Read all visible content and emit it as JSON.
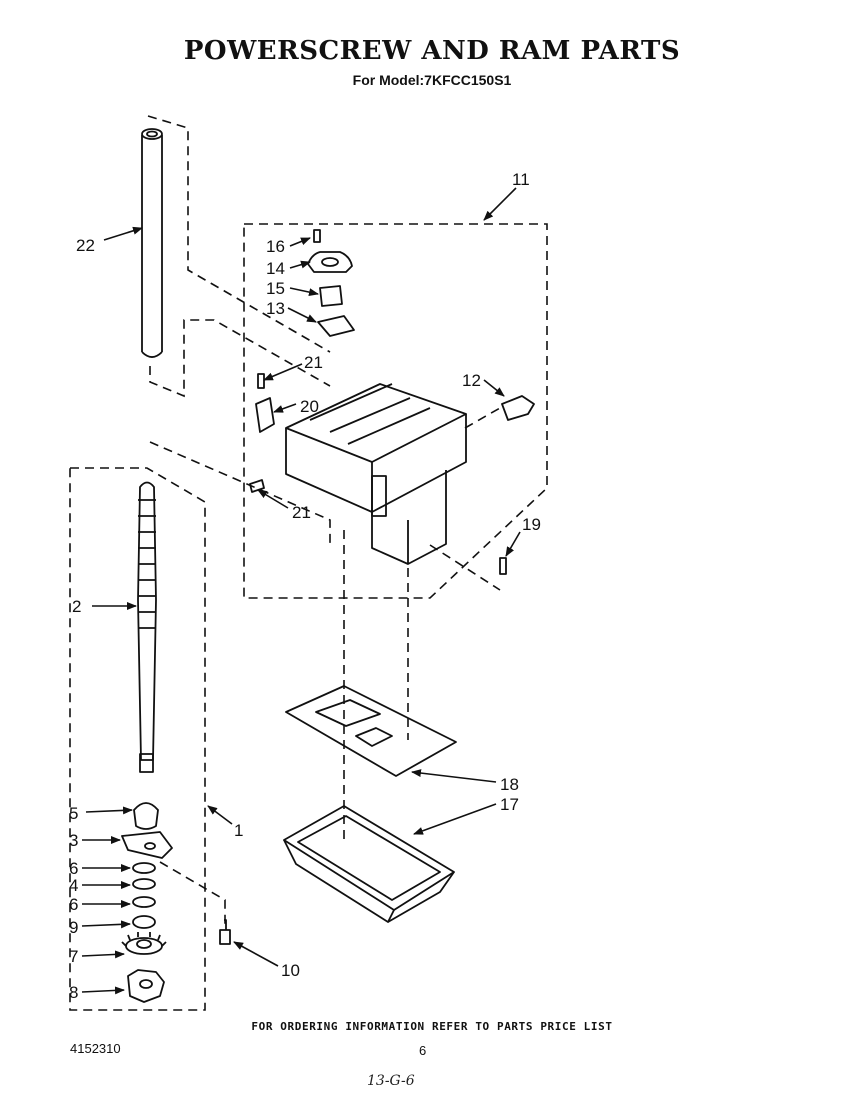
{
  "header": {
    "title": "POWERSCREW AND RAM PARTS",
    "model_line": "For Model:7KFCC150S1"
  },
  "part_labels": {
    "p1": "1",
    "p2": "2",
    "p3": "3",
    "p4": "4",
    "p5": "5",
    "p6a": "6",
    "p6b": "6",
    "p7": "7",
    "p8": "8",
    "p9": "9",
    "p10": "10",
    "p11": "11",
    "p12": "12",
    "p13": "13",
    "p14": "14",
    "p15": "15",
    "p16": "16",
    "p17": "17",
    "p18": "18",
    "p19": "19",
    "p20": "20",
    "p21a": "21",
    "p21b": "21",
    "p22": "22"
  },
  "footer": {
    "ordering_note": "FOR ORDERING INFORMATION REFER TO PARTS PRICE LIST",
    "doc_number": "4152310",
    "page_number": "6",
    "handwritten_note": "13-G-6"
  }
}
